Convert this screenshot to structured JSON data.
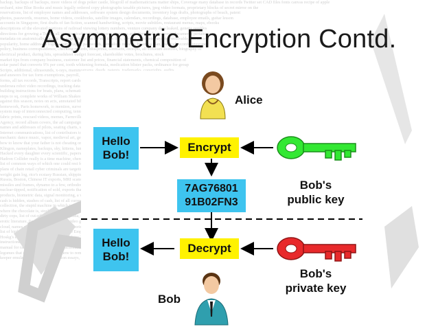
{
  "slide": {
    "title": "Asymmetric Encryption Contd."
  },
  "diagram": {
    "alice_label": "Alice",
    "bob_label": "Bob",
    "top_message": [
      "Hello",
      "Bob!"
    ],
    "encrypt_label": "Encrypt",
    "ciphertext": [
      "7AG76801",
      "91B02FN3"
    ],
    "public_key_label": [
      "Bob's",
      "public key"
    ],
    "bottom_message": [
      "Hello",
      "Bob!"
    ],
    "decrypt_label": "Decrypt",
    "private_key_label": [
      "Bob's",
      "private key"
    ]
  },
  "colors": {
    "message_box": "#3ec4ef",
    "action_box": "#fff200",
    "public_key": "#33e833",
    "private_key": "#e8292b",
    "arrow": "#000000"
  },
  "icons": [
    "alice-person-icon",
    "bob-person-icon",
    "green-key-icon",
    "red-key-icon"
  ]
}
